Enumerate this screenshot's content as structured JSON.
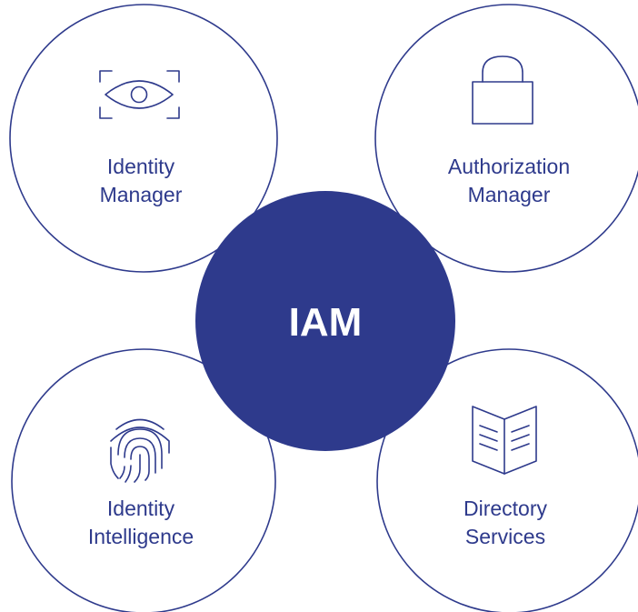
{
  "center": {
    "label": "IAM"
  },
  "nodes": {
    "identity_manager": {
      "line1": "Identity",
      "line2": "Manager",
      "icon": "eye-scan-icon"
    },
    "authorization_manager": {
      "line1": "Authorization",
      "line2": "Manager",
      "icon": "padlock-icon"
    },
    "identity_intelligence": {
      "line1": "Identity",
      "line2": "Intelligence",
      "icon": "fingerprint-icon"
    },
    "directory_services": {
      "line1": "Directory",
      "line2": "Services",
      "icon": "open-book-icon"
    }
  },
  "colors": {
    "primary": "#2e3a8c",
    "background": "#ffffff"
  }
}
